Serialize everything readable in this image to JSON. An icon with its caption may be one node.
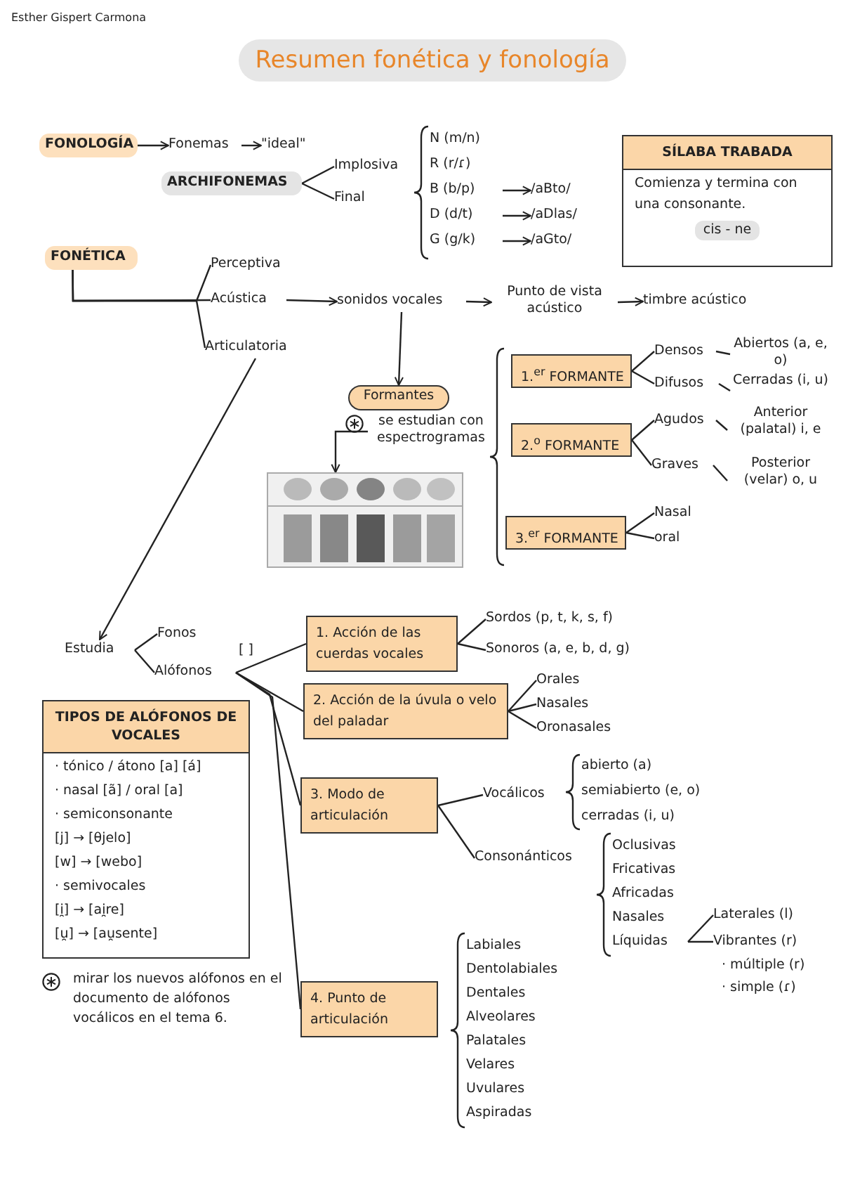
{
  "diagram": {
    "title": "Resumen fonética y fonología",
    "nodes": [
      {
        "text": [
          "FONOLOGÍA"
        ]
      },
      {
        "text": [
          "Fonemas"
        ]
      },
      {
        "text": [
          "\"ideal\""
        ]
      },
      {
        "text": [
          "ARCHIFONEMAS"
        ]
      },
      {
        "text": [
          "Implosiva"
        ]
      },
      {
        "text": [
          "Final"
        ]
      },
      {
        "text": [
          "N (m/n)"
        ]
      },
      {
        "text": [
          "R (r/ɾ)"
        ]
      },
      {
        "text": [
          "B (b/p)"
        ]
      },
      {
        "text": [
          "/aBto/"
        ]
      },
      {
        "text": [
          "D (d/t)"
        ]
      },
      {
        "text": [
          "/aDlas/"
        ]
      },
      {
        "text": [
          "G (g/k)"
        ]
      },
      {
        "text": [
          "/aGto/"
        ]
      },
      {
        "text": [
          "SÍLABA TRABADA",
          "Comienza y termina con una consonante.",
          "cis - ne"
        ]
      },
      {
        "text": [
          "FONÉTICA"
        ]
      },
      {
        "text": [
          "Perceptiva"
        ]
      },
      {
        "text": [
          "Acústica"
        ]
      },
      {
        "text": [
          "Articulatoria"
        ]
      },
      {
        "text": [
          "sonidos vocales"
        ]
      },
      {
        "text": [
          "Punto de vista acústico"
        ]
      },
      {
        "text": [
          "timbre acústico"
        ]
      },
      {
        "text": [
          "Formantes"
        ]
      },
      {
        "text": [
          "se estudian con espectrogramas"
        ]
      },
      {
        "text": [],
        "shape": "picture"
      },
      {
        "text": [
          "1.$^{er}$ FORMANTE"
        ]
      },
      {
        "text": [
          "Densos"
        ]
      },
      {
        "text": [
          "Difusos"
        ]
      },
      {
        "text": [
          "Abiertos (a, e, o)"
        ]
      },
      {
        "text": [
          "Cerradas (i, u)"
        ]
      },
      {
        "text": [
          "2.$^{o}$ FORMANTE"
        ]
      },
      {
        "text": [
          "Agudos"
        ]
      },
      {
        "text": [
          "Graves"
        ]
      },
      {
        "text": [
          "Anterior (palatal) i, e"
        ]
      },
      {
        "text": [
          "Posterior (velar) o, u"
        ]
      },
      {
        "text": [
          "3.$^{er}$ FORMANTE"
        ]
      },
      {
        "text": [
          "Nasal"
        ]
      },
      {
        "text": [
          "oral"
        ]
      },
      {
        "text": [
          "Estudia"
        ]
      },
      {
        "text": [
          "Fonos"
        ]
      },
      {
        "text": [
          "Alófonos"
        ],
        "beside": [
          "[ ]"
        ]
      },
      {
        "text": [
          "1. Acción de las cuerdas vocales"
        ]
      },
      {
        "text": [
          "Sordos (p, t, k, s, f)"
        ]
      },
      {
        "text": [
          "Sonoros (a, e, b, d, g)"
        ]
      },
      {
        "text": [
          "2. Acción de la úvula o velo del paladar"
        ]
      },
      {
        "text": [
          "Orales"
        ]
      },
      {
        "text": [
          "Nasales"
        ]
      },
      {
        "text": [
          "Oronasales"
        ]
      },
      {
        "text": [
          "3. Modo de articulación"
        ]
      },
      {
        "text": [
          "Vocálicos"
        ]
      },
      {
        "text": [
          "abierto (a)"
        ]
      },
      {
        "text": [
          "semiabierto (e, o)"
        ]
      },
      {
        "text": [
          "cerradas (i, u)"
        ]
      },
      {
        "text": [
          "Consonánticos"
        ]
      },
      {
        "text": [
          "Oclusivas"
        ]
      },
      {
        "text": [
          "Fricativas"
        ]
      },
      {
        "text": [
          "Africadas"
        ]
      },
      {
        "text": [
          "Nasales"
        ]
      },
      {
        "text": [
          "Líquidas"
        ]
      },
      {
        "text": [
          "Laterales (l)"
        ]
      },
      {
        "text": [
          "Vibrantes (r)"
        ]
      },
      {
        "text": [
          "4. Punto de articulación"
        ]
      },
      {
        "text": [
          "Labiales"
        ]
      },
      {
        "text": [
          "Dentolabiales"
        ]
      },
      {
        "text": [
          "Dentales"
        ]
      },
      {
        "text": [
          "Alveolares"
        ]
      },
      {
        "text": [
          "Palatales"
        ]
      },
      {
        "text": [
          "Velares"
        ]
      },
      {
        "text": [
          "Uvulares"
        ]
      },
      {
        "text": [
          "Aspiradas"
        ]
      },
      {
        "text": [
          "TIPOS DE ALÓFONOS DE VOCALES",
          "· tónico / átono [a] [á]",
          "· nasal [ã] / oral [a]",
          "· semiconsonante",
          "[j] → [θjelo]",
          "[w] → [webo]",
          "· semivocales",
          "[i̯] → [ai̯re]",
          "[u̯] → [au̯sente]"
        ]
      }
    ],
    "edges": [
      {
        "from": 0,
        "to": 1,
        "arrow": "to"
      },
      {
        "from": 1,
        "to": 2,
        "arrow": "to"
      },
      {
        "from": 3,
        "to": 4,
        "arrow": "none"
      },
      {
        "from": 3,
        "to": 5,
        "arrow": "none"
      },
      {
        "from": 8,
        "to": 9,
        "arrow": "to"
      },
      {
        "from": 10,
        "to": 11,
        "arrow": "to"
      },
      {
        "from": 12,
        "to": 13,
        "arrow": "to"
      },
      {
        "from": 15,
        "to": 16,
        "arrow": "none"
      },
      {
        "from": 15,
        "to": 17,
        "arrow": "none"
      },
      {
        "from": 15,
        "to": 18,
        "arrow": "none"
      },
      {
        "from": 17,
        "to": 19,
        "arrow": "to"
      },
      {
        "from": 19,
        "to": 20,
        "arrow": "to"
      },
      {
        "from": 20,
        "to": 21,
        "arrow": "to"
      },
      {
        "from": 19,
        "to": 22,
        "arrow": "to"
      },
      {
        "from": 23,
        "to": 24,
        "arrow": "to"
      },
      {
        "from": 25,
        "to": 26,
        "arrow": "none"
      },
      {
        "from": 25,
        "to": 27,
        "arrow": "none"
      },
      {
        "from": 26,
        "to": 28,
        "arrow": "none"
      },
      {
        "from": 27,
        "to": 29,
        "arrow": "none"
      },
      {
        "from": 30,
        "to": 31,
        "arrow": "none"
      },
      {
        "from": 30,
        "to": 32,
        "arrow": "none"
      },
      {
        "from": 31,
        "to": 33,
        "arrow": "none"
      },
      {
        "from": 32,
        "to": 34,
        "arrow": "none"
      },
      {
        "from": 35,
        "to": 36,
        "arrow": "none"
      },
      {
        "from": 35,
        "to": 37,
        "arrow": "none"
      },
      {
        "from": 18,
        "to": 38,
        "arrow": "to"
      },
      {
        "from": 38,
        "to": 39,
        "arrow": "none"
      },
      {
        "from": 38,
        "to": 40,
        "arrow": "none"
      },
      {
        "from": 40,
        "to": 41,
        "arrow": "none"
      },
      {
        "from": 40,
        "to": 44,
        "arrow": "none"
      },
      {
        "from": 40,
        "to": 48,
        "arrow": "none"
      },
      {
        "from": 40,
        "to": 61,
        "arrow": "none"
      },
      {
        "from": 41,
        "to": 42,
        "arrow": "none"
      },
      {
        "from": 41,
        "to": 43,
        "arrow": "none"
      },
      {
        "from": 44,
        "to": 45,
        "arrow": "none"
      },
      {
        "from": 44,
        "to": 46,
        "arrow": "none"
      },
      {
        "from": 44,
        "to": 47,
        "arrow": "none"
      },
      {
        "from": 48,
        "to": 49,
        "arrow": "none"
      },
      {
        "from": 48,
        "to": 53,
        "arrow": "none"
      },
      {
        "from": 58,
        "to": 59,
        "arrow": "none"
      },
      {
        "from": 58,
        "to": 60,
        "arrow": "none"
      }
    ],
    "labels": [
      "Esther Gispert Carmona",
      "· múltiple (r)",
      "· simple (ɾ)",
      "mirar los nuevos alófonos en el documento de alófonos vocálicos en el tema 6."
    ]
  }
}
